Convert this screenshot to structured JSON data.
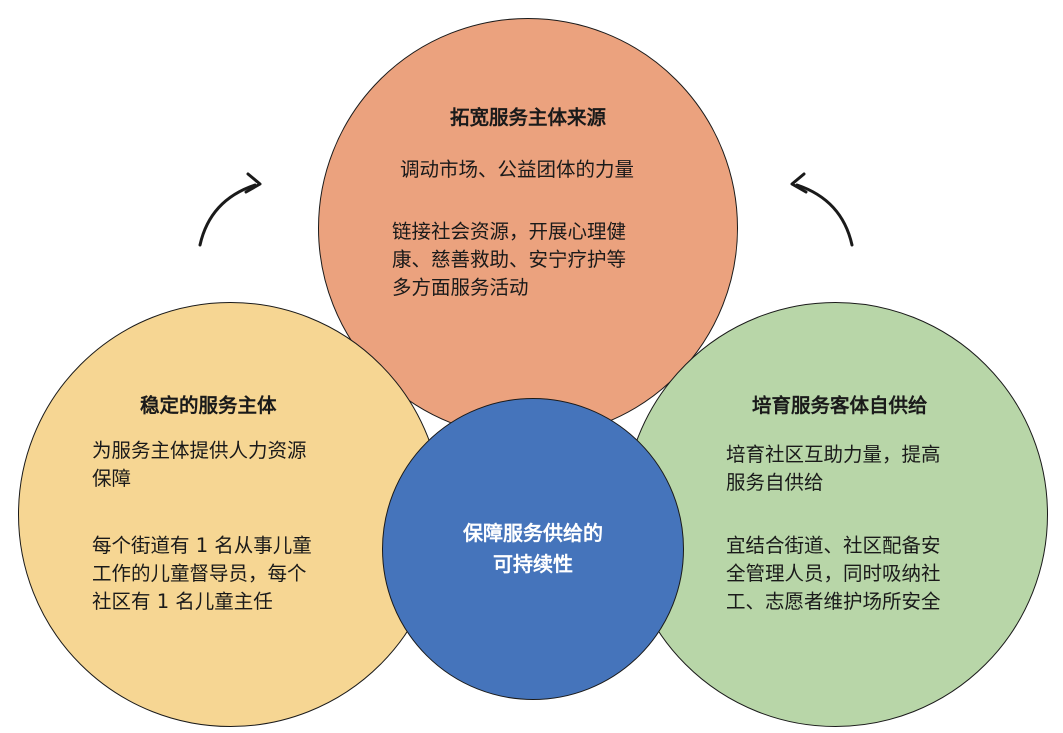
{
  "colors": {
    "top": "#eba27e",
    "left": "#f6d693",
    "right": "#b8d6a8",
    "center": "#4574bb"
  },
  "top": {
    "title": "拓宽服务主体来源",
    "line1": "调动市场、公益团体的力量",
    "desc": [
      "链接社会资源，开展心理健",
      "康、慈善救助、安宁疗护等",
      "多方面服务活动"
    ]
  },
  "left": {
    "title": "稳定的服务主体",
    "para1": [
      "为服务主体提供人力资源",
      "保障"
    ],
    "para2": [
      "每个街道有 1 名从事儿童",
      "工作的儿童督导员，每个",
      "社区有 1 名儿童主任"
    ]
  },
  "right": {
    "title": "培育服务客体自供给",
    "para1": [
      "培育社区互助力量，提高",
      "服务自供给"
    ],
    "para2": [
      "宜结合街道、社区配备安",
      "全管理人员，同时吸纳社",
      "工、志愿者维护场所安全"
    ]
  },
  "center": {
    "lines": [
      "保障服务供给的",
      "可持续性"
    ]
  },
  "icons": [
    "curved-arrow-left-icon",
    "curved-arrow-right-icon"
  ]
}
